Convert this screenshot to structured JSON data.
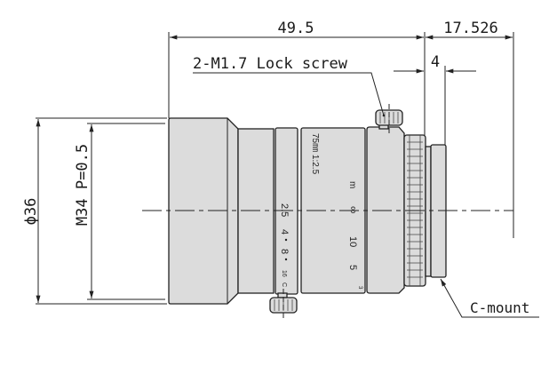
{
  "drawing": {
    "dimensions": {
      "overall_length": "49.5",
      "back_focus": "17.526",
      "mount_length": "4",
      "diameter": "ϕ36",
      "filter_thread": "M34 P=0.5"
    },
    "callouts": {
      "lock_screw": "2-M1.7 Lock screw",
      "mount": "C-mount"
    },
    "lens_markings": {
      "model": "75㎜ 1:2.5",
      "distance_unit": "m",
      "distance_inf": "∞",
      "distance_10": "10",
      "distance_5": "5",
      "distance_3": "3",
      "aperture_25": "2.5",
      "aperture_4": "4",
      "aperture_8": "8",
      "aperture_16": "16",
      "aperture_c": "C"
    },
    "colors": {
      "body": "#dcdcdc",
      "line": "#222222"
    }
  }
}
